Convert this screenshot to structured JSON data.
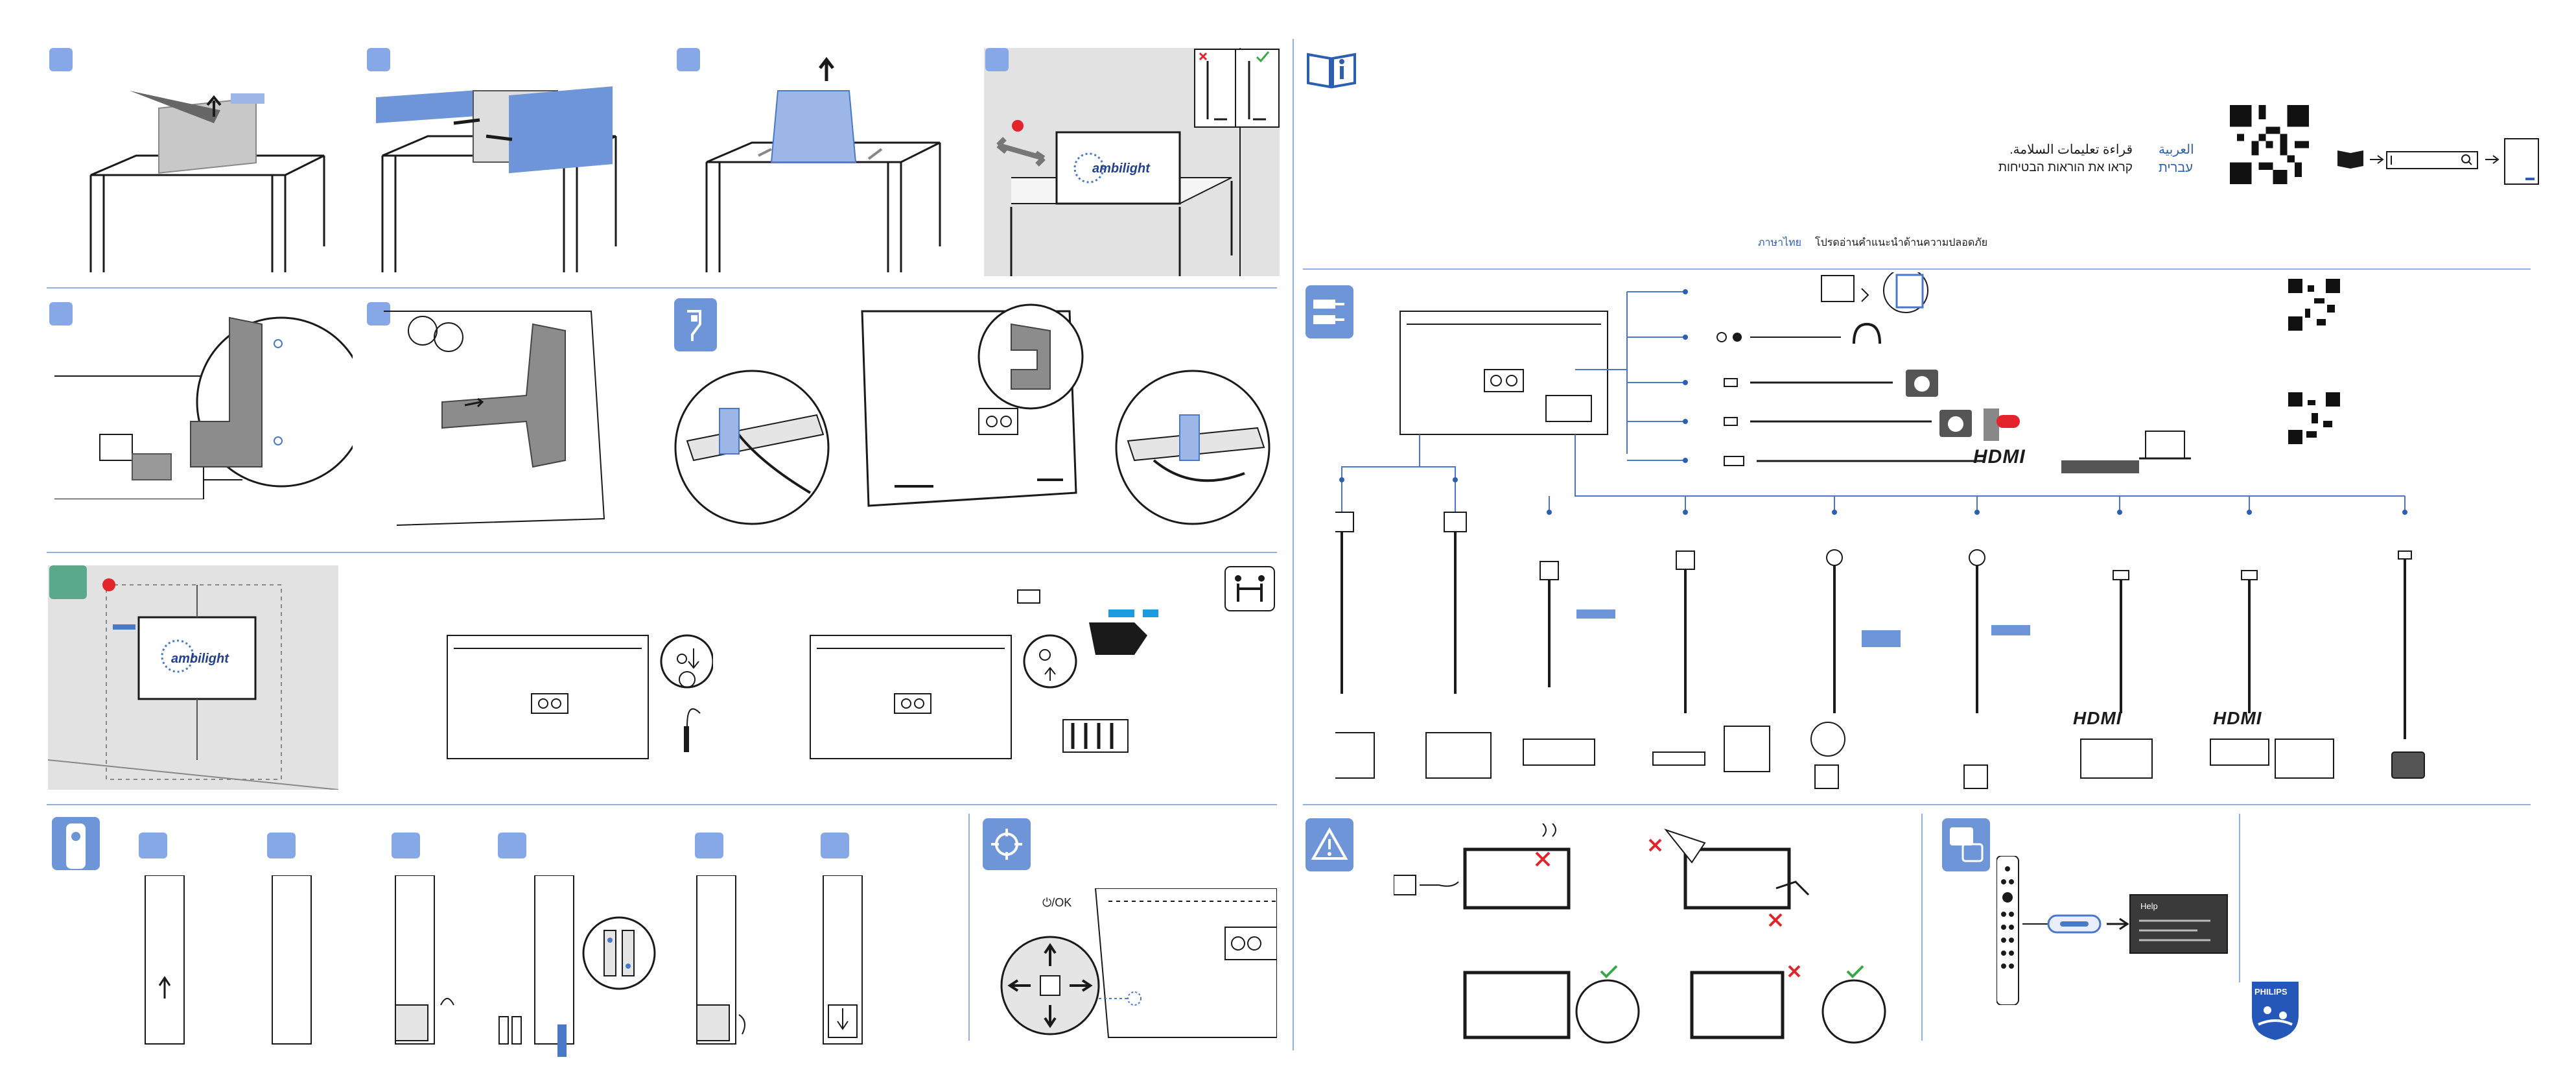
{
  "colors": {
    "accent_blue": "#6e95d8",
    "badge_blue": "#86a8e6",
    "line_blue": "#4a78c8",
    "badge_green": "#5aa98a",
    "panel_gray": "#e2e2e2",
    "warn_red": "#e3242b",
    "check_green": "#3aa84a",
    "ink": "#1a1a1a"
  },
  "icons": [
    "info-book-icon",
    "plug-connect-icon",
    "wall-mount-hand-icon",
    "remote-control-icon",
    "target-crosshair-icon",
    "warning-triangle-icon",
    "help-question-icon",
    "hdmi-logo-icon",
    "qr-code-icon",
    "philips-shield-icon"
  ],
  "branding": {
    "ambilight_1": "ambilight",
    "ambilight_2": "ambilight",
    "philips": "PHILIPS",
    "hdmi_1": "HDMI",
    "hdmi_2": "HDMI",
    "hdmi_3": "HDMI"
  },
  "safety": {
    "lang_ar": "العربية",
    "lang_he": "עברית",
    "text_ar": "قراءة تعليمات السلامة.",
    "text_he": "קראו את הוראות הבטיחות",
    "lang_th": "ภาษาไทย",
    "text_th": "โปรดอ่านคำแนะนำด้านความปลอดภัย"
  },
  "remote_setup": {
    "power_label": "⏻/OK"
  },
  "help_screen": {
    "title": "Help"
  }
}
